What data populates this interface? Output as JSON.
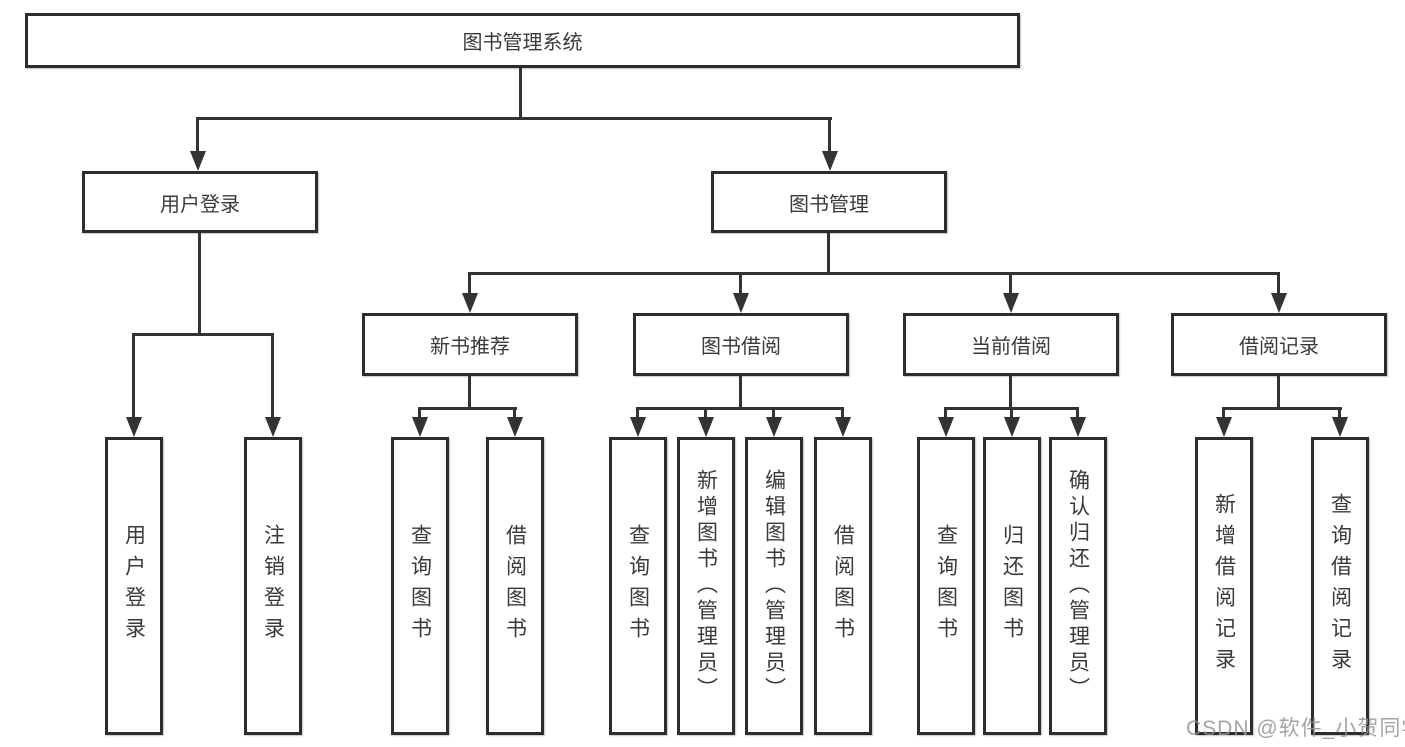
{
  "tree": {
    "root": {
      "label": "图书管理系统"
    },
    "branches": [
      {
        "label": "用户登录",
        "children": [
          {
            "label": "用户登录"
          },
          {
            "label": "注销登录"
          }
        ]
      },
      {
        "label": "图书管理",
        "groups": [
          {
            "label": "新书推荐",
            "children": [
              {
                "label": "查询图书"
              },
              {
                "label": "借阅图书"
              }
            ]
          },
          {
            "label": "图书借阅",
            "children": [
              {
                "label": "查询图书"
              },
              {
                "label": "新增图书（管理员）"
              },
              {
                "label": "编辑图书（管理员）"
              },
              {
                "label": "借阅图书"
              }
            ]
          },
          {
            "label": "当前借阅",
            "children": [
              {
                "label": "查询图书"
              },
              {
                "label": "归还图书"
              },
              {
                "label": "确认归还（管理员）"
              }
            ]
          },
          {
            "label": "借阅记录",
            "children": [
              {
                "label": "新增借阅记录"
              },
              {
                "label": "查询借阅记录"
              }
            ]
          }
        ]
      }
    ]
  },
  "watermark": "CSDN @软件_小贺同学",
  "colors": {
    "line": "#333333",
    "border": "#2d2d2d",
    "text": "#3a3a3a",
    "watermark": "#949494"
  }
}
